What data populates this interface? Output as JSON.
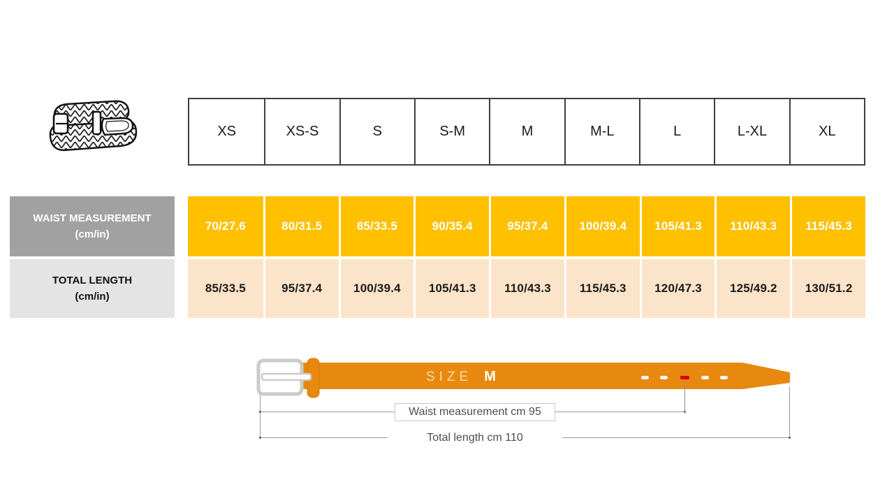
{
  "size_header": {
    "sizes": [
      "XS",
      "XS-S",
      "S",
      "S-M",
      "M",
      "M-L",
      "L",
      "L-XL",
      "XL"
    ]
  },
  "table": {
    "rows": [
      {
        "label": "WAIST MEASUREMENT",
        "unit": "(cm/in)",
        "values": [
          "70/27.6",
          "80/31.5",
          "85/33.5",
          "90/35.4",
          "95/37.4",
          "100/39.4",
          "105/41.3",
          "110/43.3",
          "115/45.3"
        ]
      },
      {
        "label": "TOTAL LENGTH",
        "unit": "(cm/in)",
        "values": [
          "85/33.5",
          "95/37.4",
          "100/39.4",
          "105/41.3",
          "110/43.3",
          "115/45.3",
          "120/47.3",
          "125/49.2",
          "130/51.2"
        ]
      }
    ]
  },
  "diagram": {
    "size_word": "SIZE",
    "size_value": "M",
    "waist_annotation": "Waist measurement cm 95",
    "total_annotation": "Total length cm 110",
    "hole_count": 5,
    "highlighted_hole_position": "middle"
  },
  "colors": {
    "waist_row_bg": "#FFC000",
    "total_row_bg": "#FCE4CA",
    "waist_label_bg": "#A1A1A1",
    "total_label_bg": "#E4E4E4",
    "belt_orange": "#E8890F",
    "highlighted_hole_red": "#D40000",
    "header_border": "#3F3F3F",
    "annotation_text": "#4D4D4D"
  }
}
